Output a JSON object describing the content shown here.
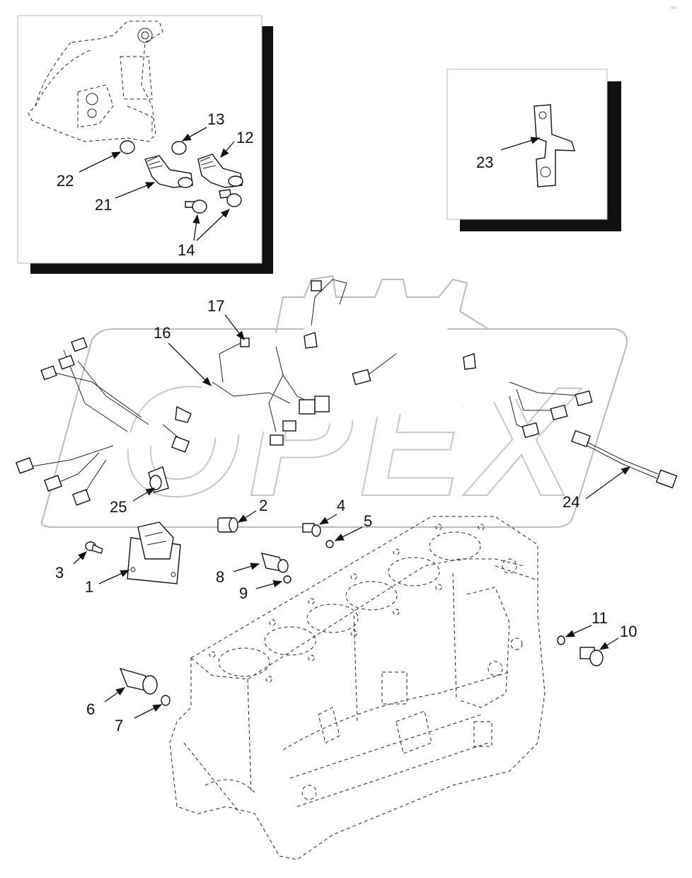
{
  "watermark": {
    "text": "OPEX"
  },
  "corner_mark": "▫▫",
  "callouts": {
    "c1": "1",
    "c2": "2",
    "c3": "3",
    "c4": "4",
    "c5": "5",
    "c6": "6",
    "c7": "7",
    "c8": "8",
    "c9": "9",
    "c10": "10",
    "c11": "11",
    "c12": "12",
    "c13": "13",
    "c14": "14",
    "c16": "16",
    "c17": "17",
    "c21": "21",
    "c22": "22",
    "c23": "23",
    "c24": "24",
    "c25": "25"
  }
}
